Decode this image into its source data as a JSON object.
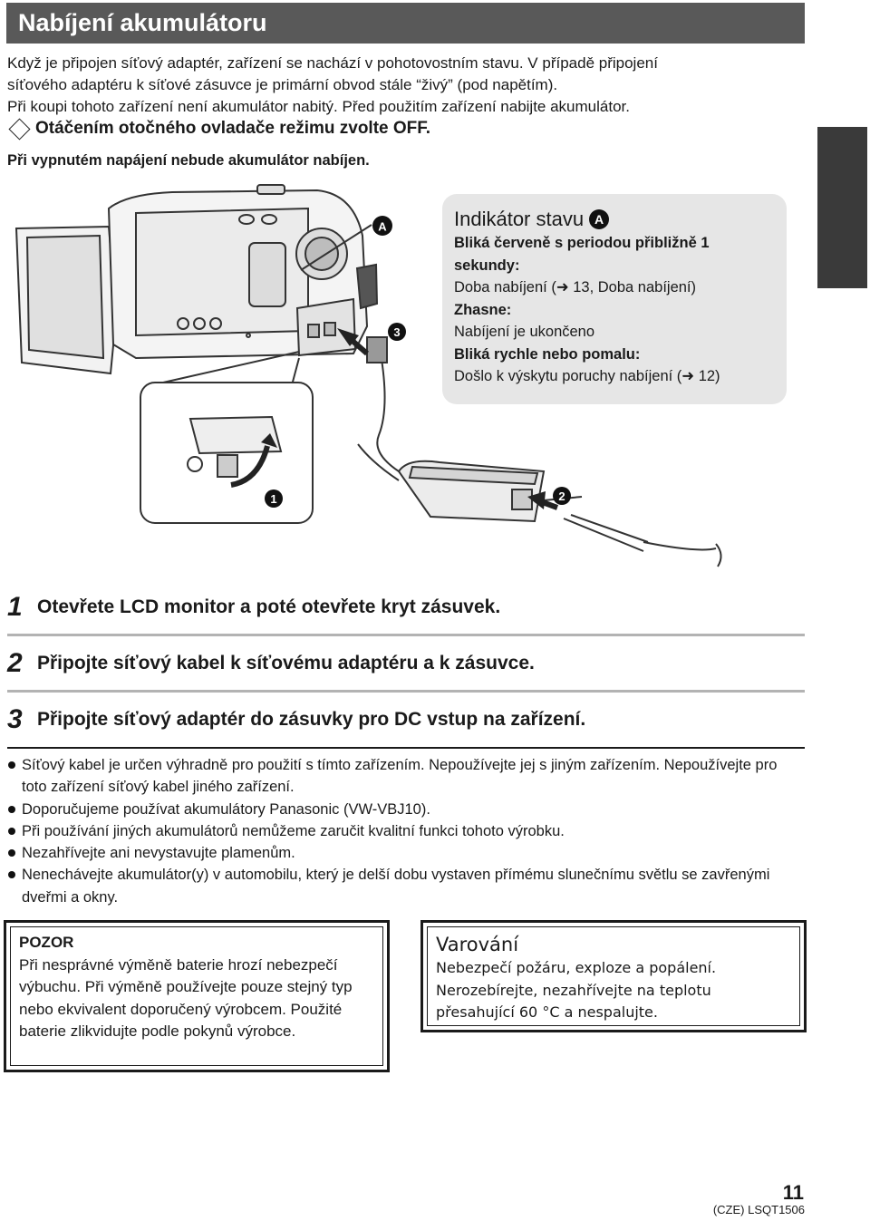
{
  "header": {
    "title": "Nabíjení akumulátoru"
  },
  "intro": {
    "lines": [
      "Když je připojen síťový adaptér, zařízení se nachází v pohotovostním stavu. V případě připojení",
      "síťového adaptéru k síťové zásuvce je primární obvod stále “živý” (pod napětím).",
      "Při koupi tohoto zařízení není akumulátor nabitý. Před použitím zařízení nabijte akumulátor."
    ],
    "instruction": "Otáčením otočného ovladače režimu zvolte OFF.",
    "instruction_note": "Při vypnutém napájení nebude akumulátor nabíjen."
  },
  "illustration": {
    "callout_a": "A",
    "callout_1": "1",
    "callout_2": "2",
    "callout_3": "3"
  },
  "status_box": {
    "title": "Indikátor stavu",
    "badge": "A",
    "items": [
      {
        "label": "Bliká červeně s periodou přibližně 1 sekundy:",
        "value": "Doba nabíjení (➜ 13, Doba nabíjení)"
      },
      {
        "label": "Zhasne:",
        "value": "Nabíjení je ukončeno"
      },
      {
        "label": "Bliká rychle nebo pomalu:",
        "value": "Došlo k výskytu poruchy nabíjení (➜ 12)"
      }
    ]
  },
  "steps": [
    {
      "num": "1",
      "text": "Otevřete LCD monitor a poté otevřete kryt zásuvek."
    },
    {
      "num": "2",
      "text": "Připojte síťový kabel k síťovému adaptéru a k zásuvce."
    },
    {
      "num": "3",
      "text": "Připojte síťový adaptér do zásuvky pro DC vstup na zařízení."
    }
  ],
  "notes": [
    "Síťový kabel je určen výhradně pro použití s tímto zařízením. Nepoužívejte jej s jiným zařízením. Nepoužívejte pro toto zařízení síťový kabel jiného zařízení.",
    "Doporučujeme používat akumulátory Panasonic (VW-VBJ10).",
    "Při používání jiných akumulátorů nemůžeme zaručit kvalitní funkci tohoto výrobku.",
    "Nezahřívejte ani nevystavujte plamenům.",
    "Nenechávejte akumulátor(y) v automobilu, který je delší dobu vystaven přímému slunečnímu světlu se zavřenými dveřmi a okny."
  ],
  "pozor": {
    "title": "POZOR",
    "text": "Při nesprávné výměně baterie hrozí nebezpečí výbuchu. Při výměně používejte pouze stejný typ nebo ekvivalent doporučený výrobcem. Použité baterie zlikvidujte podle pokynů výrobce."
  },
  "varovani": {
    "title": "Varování",
    "text": "Nebezpečí požáru, exploze a popálení. Nerozebírejte, nezahřívejte na teplotu přesahující 60 °C a nespalujte."
  },
  "footer": {
    "page_number": "11",
    "code": "(CZE) LSQT1506"
  },
  "colors": {
    "header_bg": "#595959",
    "status_bg": "#e6e6e6",
    "side_tab": "#3a3a3a"
  }
}
